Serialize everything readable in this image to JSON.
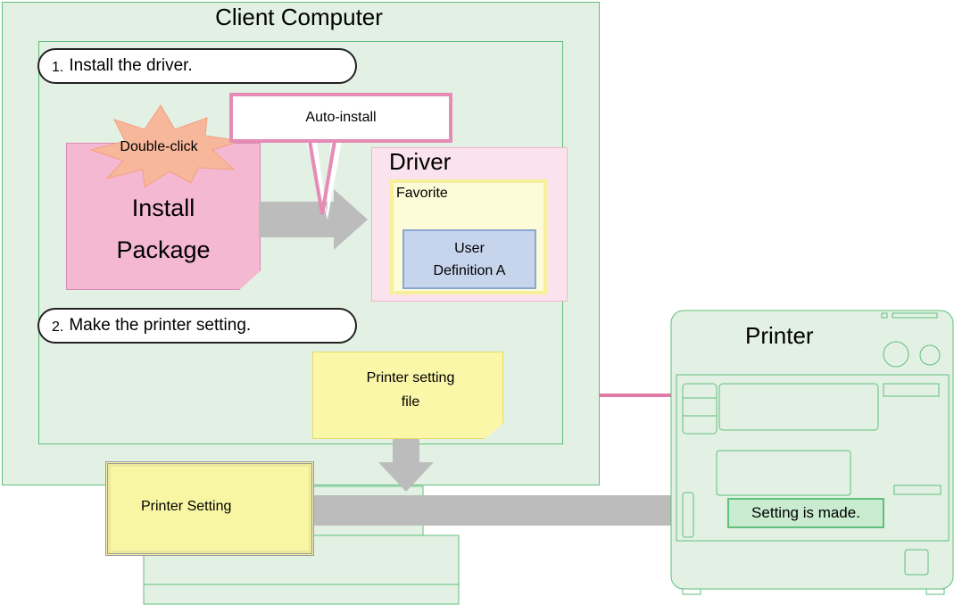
{
  "client": {
    "title": "Client Computer"
  },
  "steps": [
    {
      "number": "1.",
      "text": "Install the driver."
    },
    {
      "number": "2.",
      "text": "Make the printer setting."
    }
  ],
  "install_package": {
    "burst_label": "Double-click",
    "line1": "Install",
    "line2": "Package"
  },
  "callout": {
    "label": "Auto-install"
  },
  "driver": {
    "title": "Driver",
    "favorite_label": "Favorite",
    "user_definition_line1": "User",
    "user_definition_line2": "Definition A"
  },
  "printer_setting_file": {
    "line1": "Printer setting",
    "line2": "file"
  },
  "printer_setting_tool": {
    "label": "Printer Setting"
  },
  "printer": {
    "title": "Printer",
    "status": "Setting is made."
  },
  "colors": {
    "green_line": "#5fbf7b",
    "pink": "#f5b8d2",
    "yellow": "#fbf7a8",
    "blue": "#c6d4ec",
    "arrow_gray": "#bcbcbc",
    "connector_pink": "#e07aa6"
  }
}
